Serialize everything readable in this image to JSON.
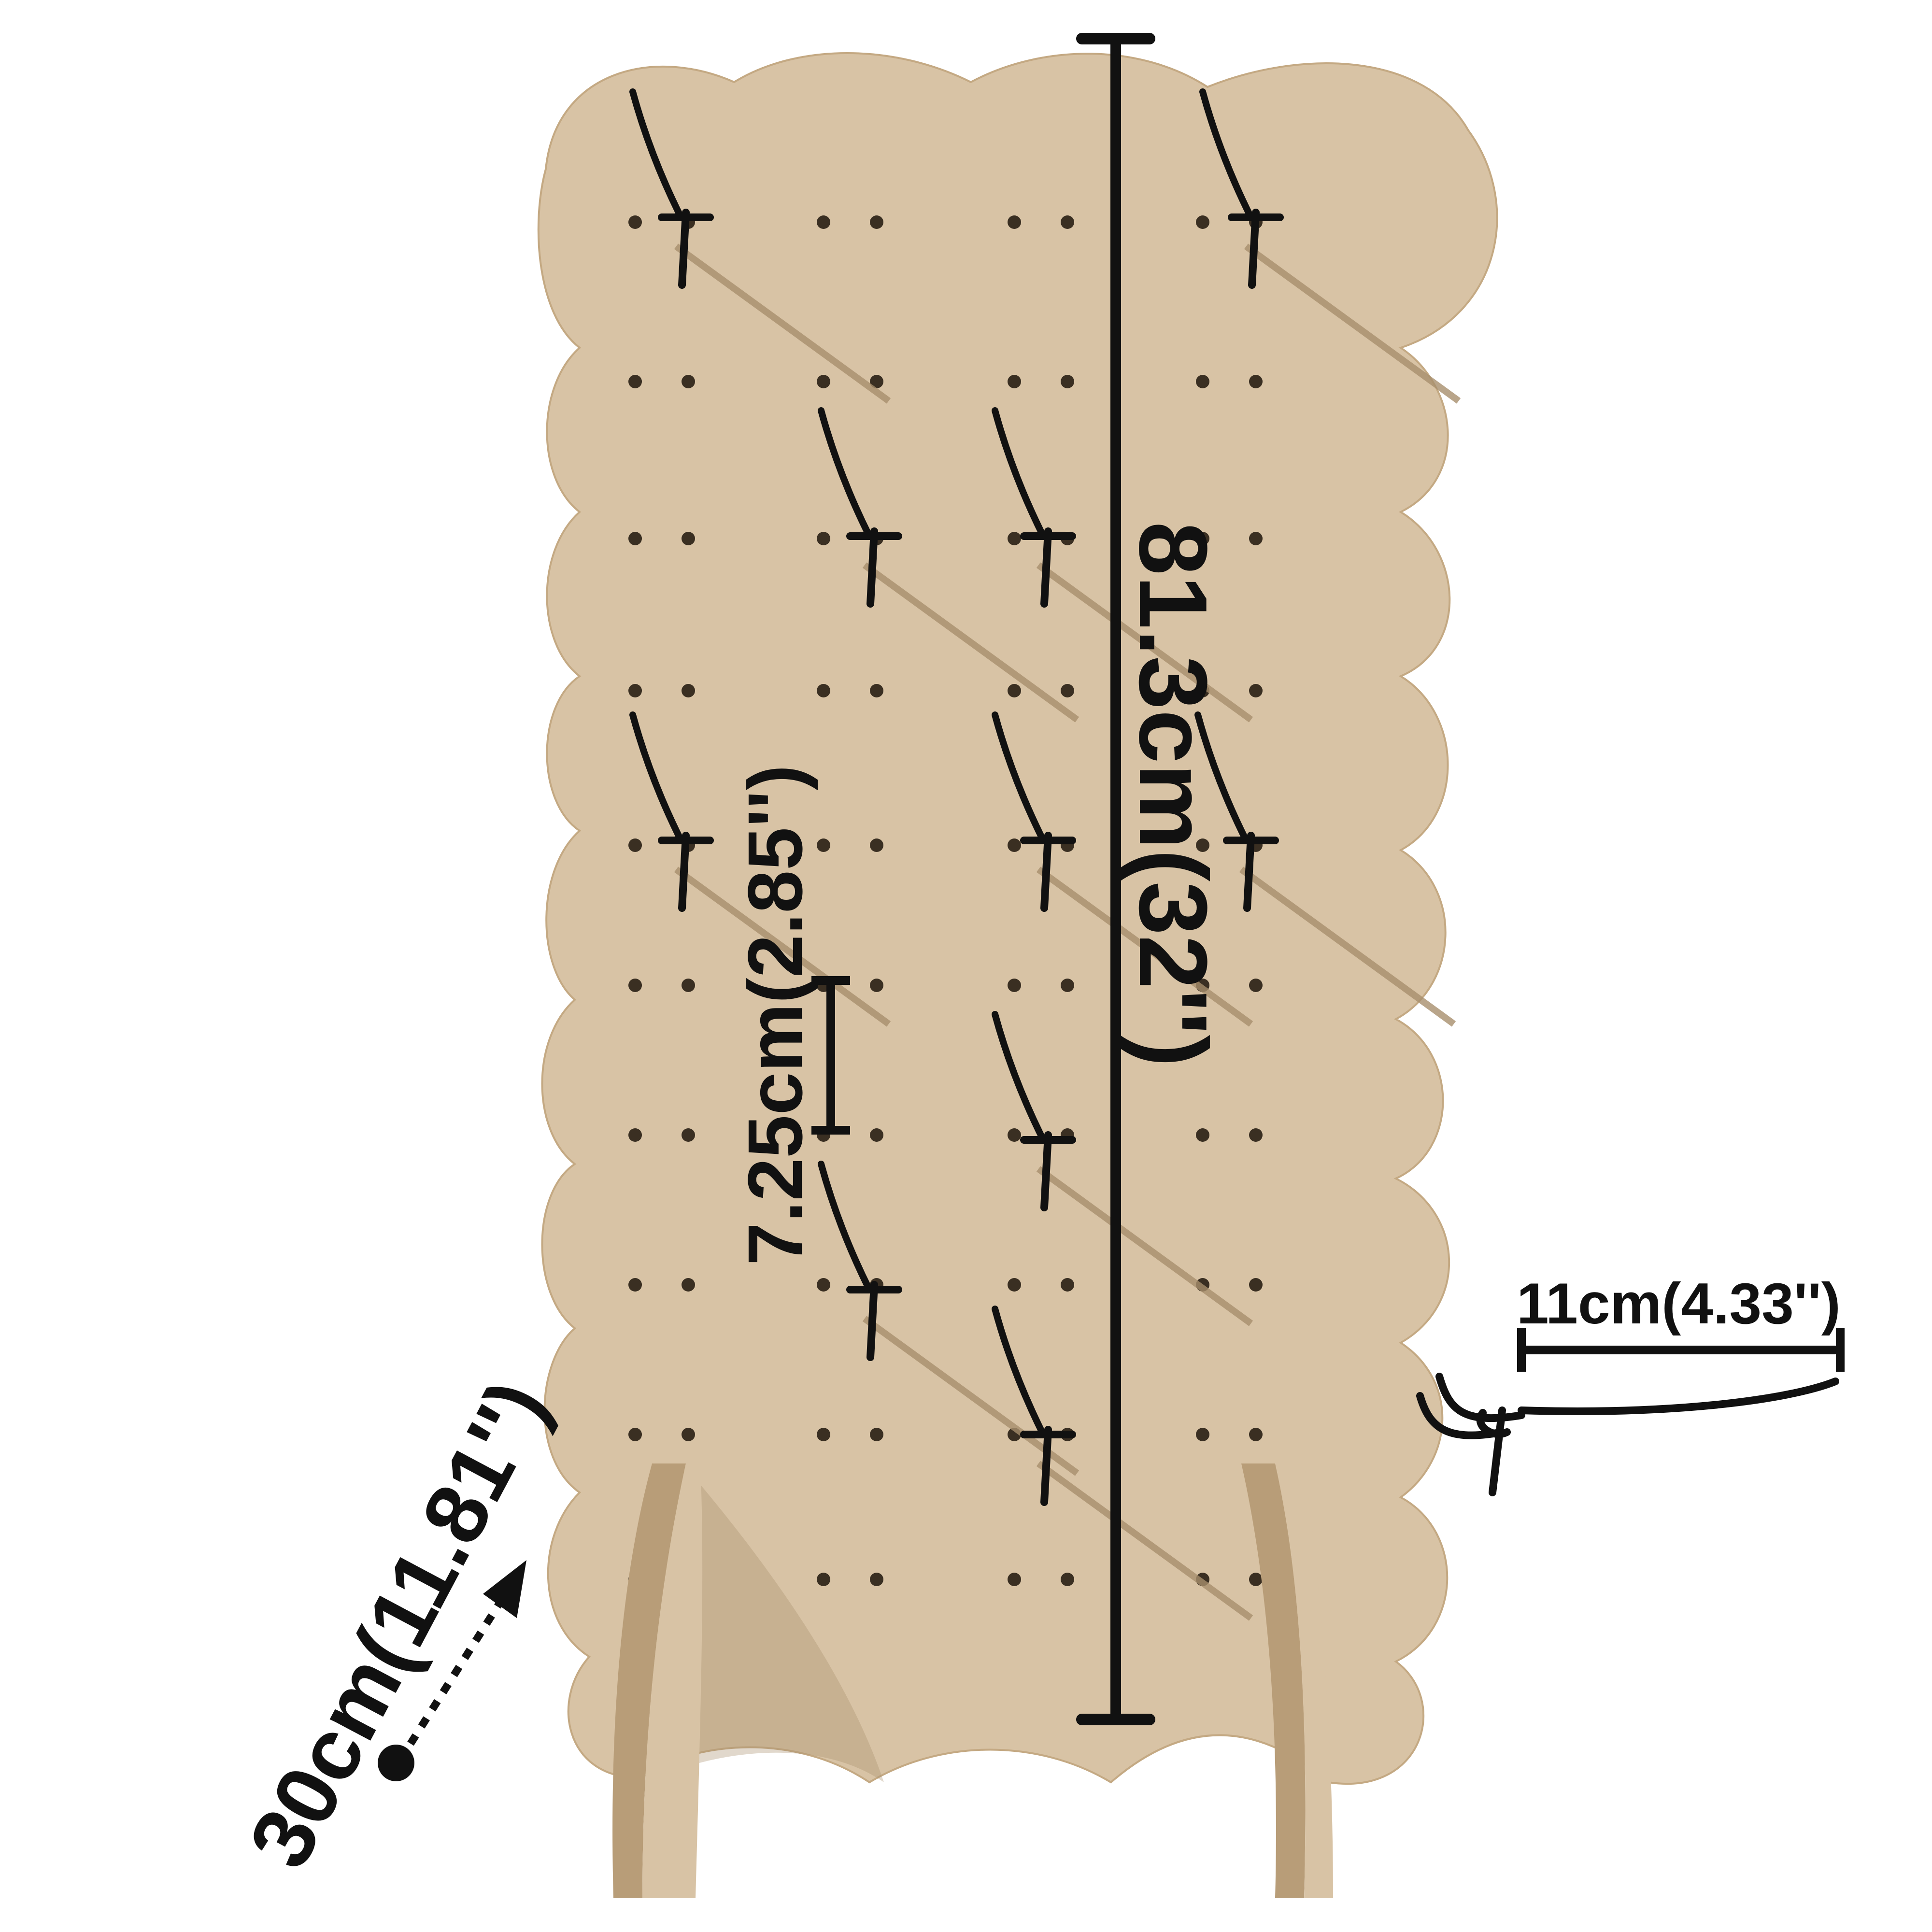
{
  "colors": {
    "wood": "#d8c3a5",
    "wood_edge": "#c4a983",
    "wood_dark": "#b89d78",
    "shadow": "#a88f6d",
    "ink": "#111111",
    "hole": "#3a2f22",
    "background": "#ffffff"
  },
  "labels": {
    "height": "81.3cm(32'')",
    "spacing": "7.25cm(2.85'')",
    "hook_length": "11cm(4.33'')",
    "depth": "30cm(11.81'')"
  },
  "icons": {
    "hook": "pegboard-hook-icon",
    "arrow": "dotted-arrow-icon"
  }
}
